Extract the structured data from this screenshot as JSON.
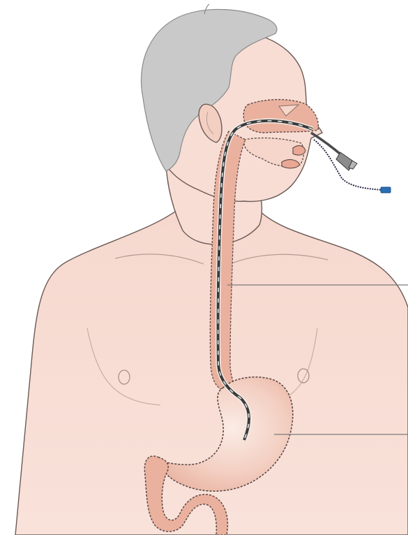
{
  "figure": {
    "labels": [],
    "colors": {
      "skin": "#f8ddd4",
      "skin_shadow": "#efc9bc",
      "outline": "#6b5a55",
      "hair": "#c9c9c9",
      "hair_outline": "#8a8a8a",
      "organ": "#eab19e",
      "organ_light": "#f6d6ca",
      "tube": "#3a3a3a",
      "tube_dash": "#d9d9d9",
      "connector": "#2a6fb5",
      "leader_line": "#7a7a7a"
    },
    "parts": [
      "hair",
      "head",
      "ear",
      "nose",
      "mouth",
      "neck",
      "torso",
      "clavicles",
      "nipple-left",
      "nipple-right",
      "esophagus",
      "stomach",
      "duodenum",
      "nasogastric-tube",
      "external-tube",
      "connector-cord",
      "leader-line-esophagus",
      "leader-line-stomach"
    ]
  }
}
